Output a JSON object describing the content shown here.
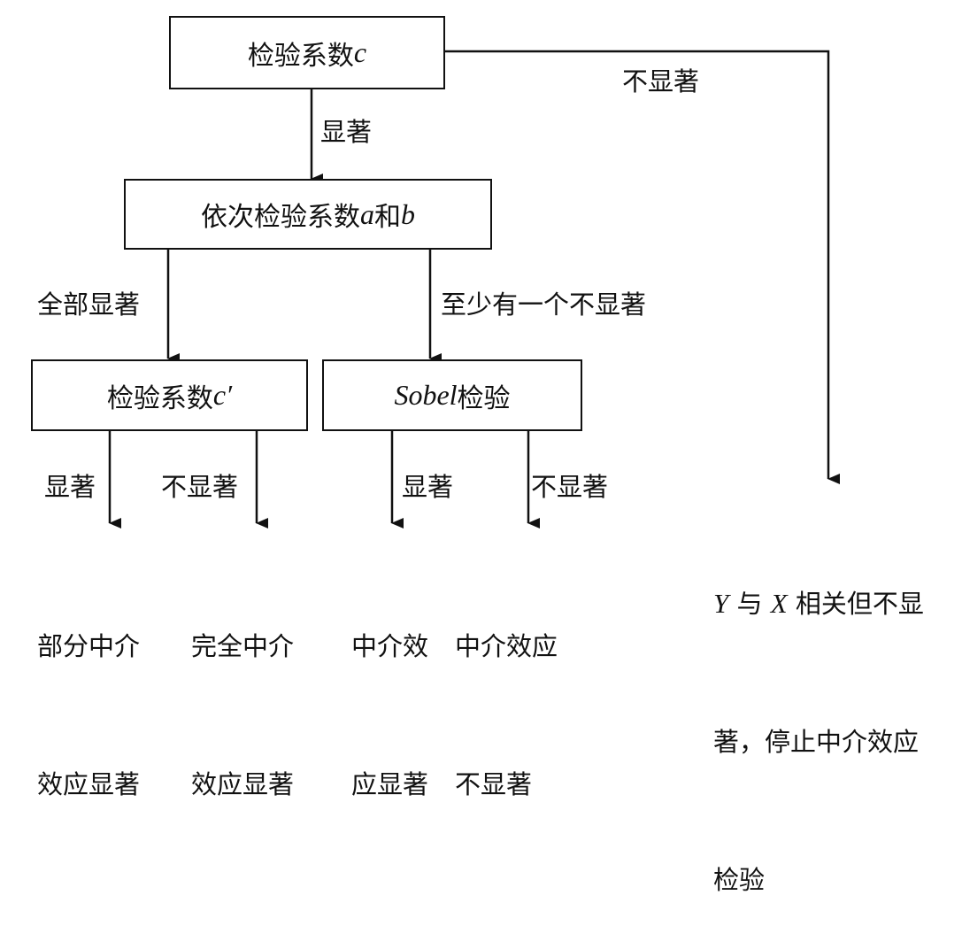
{
  "nodes": {
    "test_c": {
      "text": "检验系数 ",
      "var": "c"
    },
    "test_ab": {
      "text": "依次检验系数 ",
      "var_a": "a",
      "mid": " 和 ",
      "var_b": "b"
    },
    "test_c2": {
      "text": "检验系数 ",
      "var": "c′"
    },
    "sobel": {
      "var": "Sobel",
      "text": " 检验"
    }
  },
  "edge_labels": {
    "c_not_sig": "不显著",
    "c_sig": "显著",
    "ab_all_sig": "全部显著",
    "ab_one_not_sig": "至少有一个不显著",
    "c2_sig": "显著",
    "c2_not_sig": "不显著",
    "sobel_sig": "显著",
    "sobel_not_sig": "不显著"
  },
  "results": {
    "partial_line1": "部分中介",
    "partial_line2": "效应显著",
    "full_line1": "完全中介",
    "full_line2": "效应显著",
    "sobel_sig_line1": "中介效",
    "sobel_sig_line2": "应显著",
    "sobel_not_line1": "中介效应",
    "sobel_not_line2": "不显著",
    "stop_y": "Y",
    "stop_mid": " 与 ",
    "stop_x": "X",
    "stop_line1_rest": " 相关但不显",
    "stop_line2": "著，停止中介效应",
    "stop_line3": "检验"
  }
}
